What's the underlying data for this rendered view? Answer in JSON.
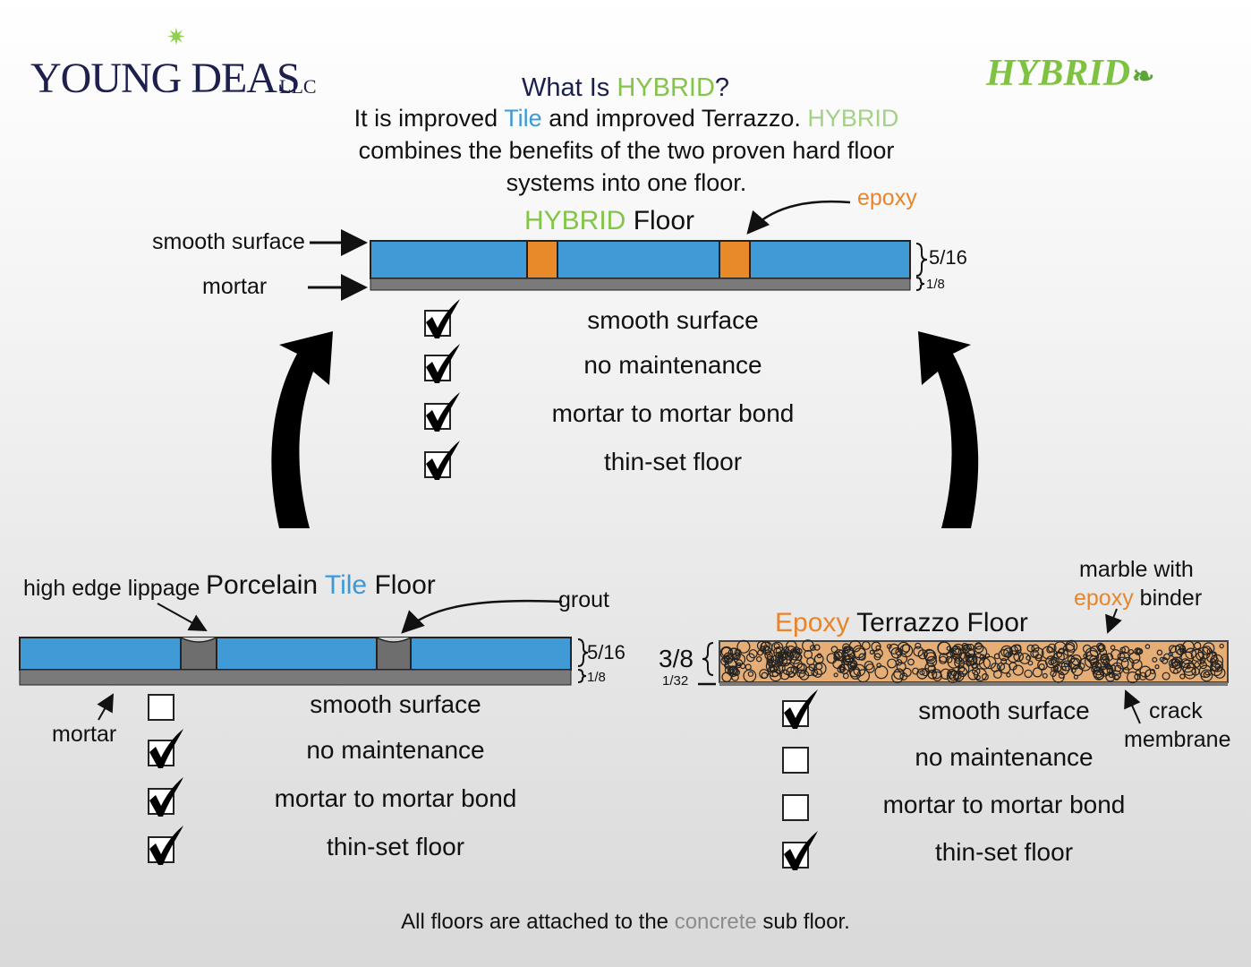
{
  "logo": {
    "name": "YOUNG  DEAS",
    "suffix": "LLC"
  },
  "brand": {
    "name": "HYBRID",
    "leaf_icon": "leaf-icon"
  },
  "header": {
    "question_prefix": "What Is ",
    "question_highlight": "HYBRID",
    "question_suffix": "?",
    "line1_a": "It is improved ",
    "line1_tile": "Tile",
    "line1_b": " and improved Terrazzo. ",
    "line1_hybrid": "HYBRID",
    "line2": "combines the benefits of the two proven hard floor",
    "line3": "systems into one floor."
  },
  "hybrid_floor": {
    "title_highlight": "HYBRID",
    "title_rest": " Floor",
    "epoxy_label": "epoxy",
    "smooth_label": "smooth surface",
    "mortar_label": "mortar",
    "dim_top": "5/16",
    "dim_bottom": "1/8",
    "checks": [
      {
        "label": "smooth surface",
        "checked": true
      },
      {
        "label": "no maintenance",
        "checked": true
      },
      {
        "label": "mortar to mortar bond",
        "checked": true
      },
      {
        "label": "thin-set floor",
        "checked": true
      }
    ]
  },
  "tile_floor": {
    "lippage_label": "high edge lippage",
    "title_a": "Porcelain ",
    "title_tile": "Tile",
    "title_b": " Floor",
    "grout_label": "grout",
    "mortar_label": "mortar",
    "dim_top": "5/16",
    "dim_bottom": "1/8",
    "checks": [
      {
        "label": "smooth surface",
        "checked": false
      },
      {
        "label": "no maintenance",
        "checked": true
      },
      {
        "label": "mortar to mortar bond",
        "checked": true
      },
      {
        "label": "thin-set floor",
        "checked": true
      }
    ]
  },
  "terrazzo_floor": {
    "marble_label": "marble with",
    "binder_epoxy": "epoxy",
    "binder_rest": " binder",
    "title_epoxy": "Epoxy",
    "title_rest": " Terrazzo Floor",
    "dim_top": "3/8",
    "dim_bottom": "1/32",
    "crack_label_1": "crack",
    "crack_label_2": "membrane",
    "checks": [
      {
        "label": "smooth surface",
        "checked": true
      },
      {
        "label": "no maintenance",
        "checked": false
      },
      {
        "label": "mortar to mortar bond",
        "checked": false
      },
      {
        "label": "thin-set floor",
        "checked": true
      }
    ]
  },
  "footer": {
    "text_a": "All floors are attached to the ",
    "text_concrete": "concrete",
    "text_b": " sub floor."
  },
  "colors": {
    "tile_blue": "#3f9ad6",
    "epoxy_orange": "#e88a2a",
    "mortar_grey": "#7a7a7a",
    "terrazzo_tan": "#e6ae74",
    "hybrid_green": "#84c449"
  }
}
